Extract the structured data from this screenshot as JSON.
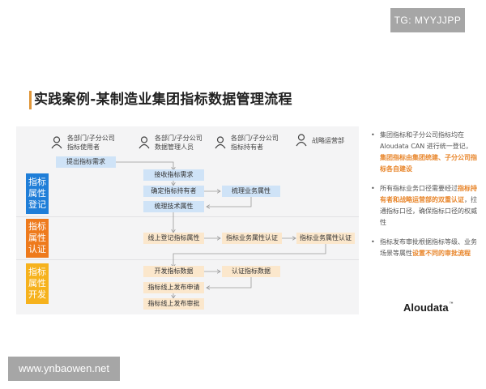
{
  "watermarks": {
    "top_right": "TG: MYYJJPP",
    "bottom_left": "www.ynbaowen.net"
  },
  "title": "实践案例-某制造业集团指标数据管理流程",
  "colors": {
    "accent_orange": "#e8852a",
    "title_bar": "#e0973a",
    "lane1": "#1f7ed8",
    "lane2": "#ee7a1c",
    "lane3": "#f6b21d",
    "box_blue": "#cfe3f7",
    "box_peach": "#fbe7cc"
  },
  "roles": [
    {
      "line1": "各部门/子分公司",
      "line2": "指标使用者",
      "icon": "person-icon"
    },
    {
      "line1": "各部门/子分公司",
      "line2": "数据管理人员",
      "icon": "person-icon"
    },
    {
      "line1": "各部门/子分公司",
      "line2": "指标持有者",
      "icon": "person-icon"
    },
    {
      "line1": "战略运营部",
      "line2": "",
      "icon": "person-icon"
    }
  ],
  "lanes": [
    {
      "label": [
        "指标",
        "属性",
        "登记"
      ],
      "color": "#1f7ed8"
    },
    {
      "label": [
        "指标",
        "属性",
        "认证"
      ],
      "color": "#ee7a1c"
    },
    {
      "label": [
        "指标",
        "属性",
        "开发"
      ],
      "color": "#f6b21d"
    }
  ],
  "steps": {
    "propose_request": "提出指标需求",
    "receive_request": "接收指标需求",
    "determine_owner": "确定指标持有者",
    "sort_business": "梳理业务属性",
    "sort_technical": "梳理技术属性",
    "online_register": "线上登记指标属性",
    "business_cert_1": "指标业务属性认证",
    "business_cert_2": "指标业务属性认证",
    "develop_data": "开发指标数据",
    "certify_data": "认证指标数据",
    "publish_apply": "指标线上发布申请",
    "publish_approve": "指标线上发布审批"
  },
  "notes": [
    {
      "plain": "集团指标和子分公司指标均在 Aloudata CAN 进行统一登记，",
      "highlight": "集团指标由集团统建、子分公司指标各自建设",
      "tail": ""
    },
    {
      "plain": "所有指标业务口径需要经过",
      "highlight": "指标持有者和战略运营部的双重认证",
      "tail": "，拉通指标口径，确保指标口径的权威性"
    },
    {
      "plain": "指标发布审批根据指标等级、业务场景等属性",
      "highlight": "设置不同的审批流程",
      "tail": ""
    }
  ],
  "logo": {
    "text": "Aloudata",
    "tm": "™"
  }
}
